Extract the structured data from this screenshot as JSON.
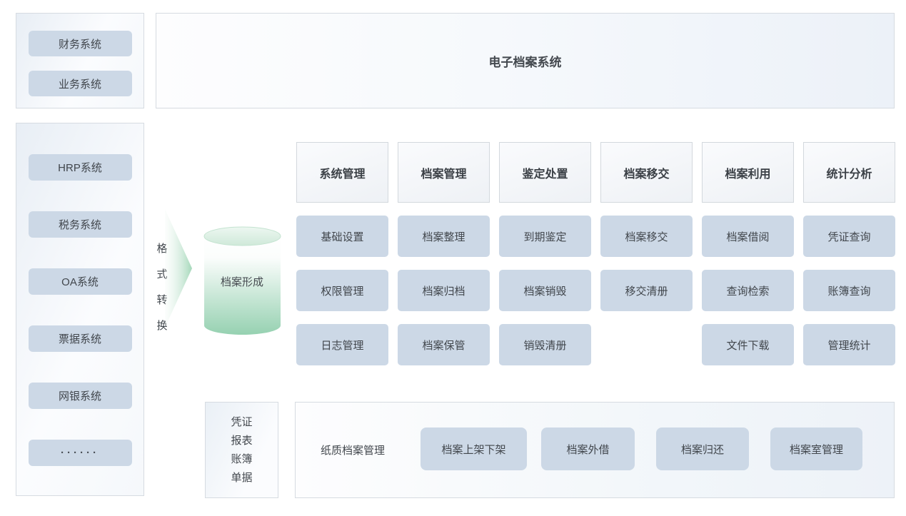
{
  "title": "电子档案系统",
  "external_systems": {
    "top": [
      "财务系统",
      "业务系统"
    ],
    "bottom": [
      "HRP系统",
      "税务系统",
      "OA系统",
      "票据系统",
      "网银系统",
      "······"
    ]
  },
  "format_convert": {
    "chars": [
      "格",
      "式",
      "转",
      "换"
    ]
  },
  "archive_store": {
    "label": "档案形成"
  },
  "modules": {
    "columns": [
      {
        "header": "系统管理",
        "items": [
          "基础设置",
          "权限管理",
          "日志管理"
        ]
      },
      {
        "header": "档案管理",
        "items": [
          "档案整理",
          "档案归档",
          "档案保管"
        ]
      },
      {
        "header": "鉴定处置",
        "items": [
          "到期鉴定",
          "档案销毁",
          "销毁清册"
        ]
      },
      {
        "header": "档案移交",
        "items": [
          "档案移交",
          "移交清册"
        ]
      },
      {
        "header": "档案利用",
        "items": [
          "档案借阅",
          "查询检索",
          "文件下载"
        ]
      },
      {
        "header": "统计分析",
        "items": [
          "凭证查询",
          "账簿查询",
          "管理统计"
        ]
      }
    ]
  },
  "paper_inputs": {
    "lines": [
      "凭证",
      "报表",
      "账簿",
      "单据"
    ]
  },
  "paper_archive": {
    "label": "纸质档案管理",
    "items": [
      "档案上架下架",
      "档案外借",
      "档案归还",
      "档案室管理"
    ]
  },
  "colors": {
    "pill_bg": "#ccd8e6",
    "panel_border": "#d6dbe1",
    "panel_tint": "#e8eef5",
    "cylinder_green": "#96d1b1",
    "cylinder_top": "#d4ecdf",
    "arrow_green": "#a5d8ba",
    "text_dark": "#42474d"
  }
}
